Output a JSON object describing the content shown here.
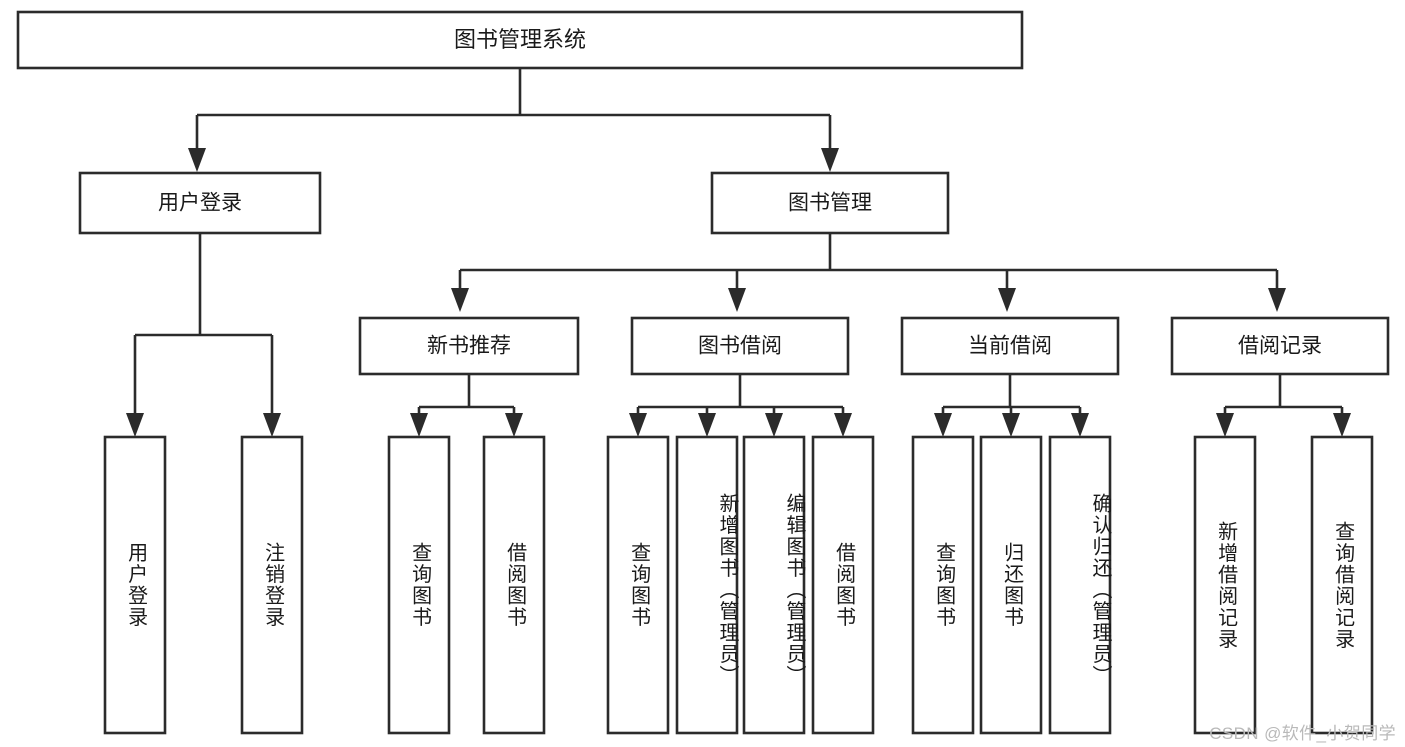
{
  "diagram": {
    "title": "图书管理系统",
    "type": "tree",
    "orientation": "top-down",
    "watermark": "CSDN @软件_小贺同学",
    "style": {
      "box_fill": "#ffffff",
      "box_stroke": "#2b2b2b",
      "text_color": "#1a1a1a",
      "background": "#ffffff",
      "watermark_color": "#b9b9b9"
    },
    "root": {
      "label": "图书管理系统",
      "level": 0
    },
    "level1": [
      {
        "label": "用户登录"
      },
      {
        "label": "图书管理"
      }
    ],
    "level2": [
      {
        "label": "新书推荐"
      },
      {
        "label": "图书借阅"
      },
      {
        "label": "当前借阅"
      },
      {
        "label": "借阅记录"
      }
    ],
    "leaves": {
      "user_login": [
        {
          "label": "用户登录"
        },
        {
          "label": "注销登录"
        }
      ],
      "new_book_recommend": [
        {
          "label": "查询图书"
        },
        {
          "label": "借阅图书"
        }
      ],
      "book_borrow": [
        {
          "label": "查询图书"
        },
        {
          "label": "新增图书（管理员）"
        },
        {
          "label": "编辑图书（管理员）"
        },
        {
          "label": "借阅图书"
        }
      ],
      "current_borrow": [
        {
          "label": "查询图书"
        },
        {
          "label": "归还图书"
        },
        {
          "label": "确认归还（管理员）"
        }
      ],
      "borrow_record": [
        {
          "label": "新增借阅记录"
        },
        {
          "label": "查询借阅记录"
        }
      ]
    }
  }
}
